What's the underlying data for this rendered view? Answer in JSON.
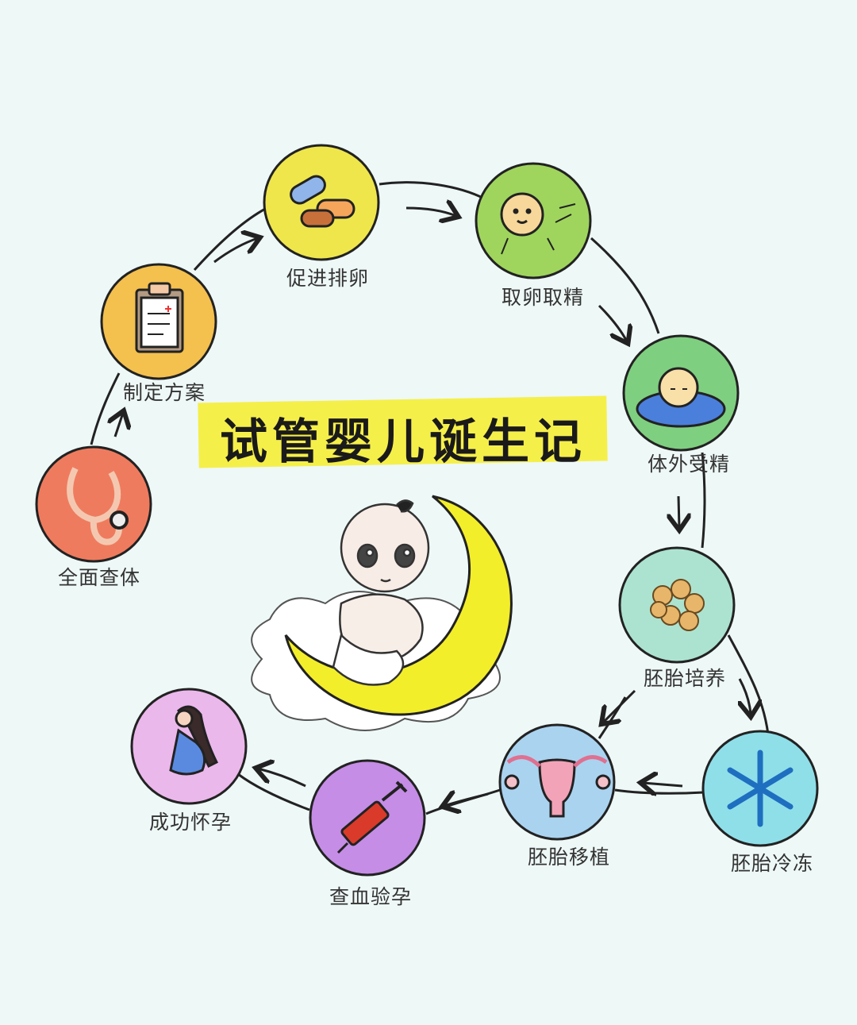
{
  "title": "试管婴儿诞生记",
  "steps": [
    {
      "label": "全面查体",
      "icon": "stethoscope-icon",
      "color": "#ef7b5e"
    },
    {
      "label": "制定方案",
      "icon": "clipboard-icon",
      "color": "#f4c04e"
    },
    {
      "label": "促进排卵",
      "icon": "pills-icon",
      "color": "#efe64c"
    },
    {
      "label": "取卵取精",
      "icon": "egg-sperm-icon",
      "color": "#9fd55d"
    },
    {
      "label": "体外受精",
      "icon": "petri-dish-icon",
      "color": "#7fcf80"
    },
    {
      "label": "胚胎培养",
      "icon": "embryo-culture-icon",
      "color": "#ace3d0"
    },
    {
      "label": "胚胎冷冻",
      "icon": "snowflake-icon",
      "color": "#8fdfe9"
    },
    {
      "label": "胚胎移植",
      "icon": "uterus-icon",
      "color": "#aad3f0"
    },
    {
      "label": "查血验孕",
      "icon": "syringe-icon",
      "color": "#c58de6"
    },
    {
      "label": "成功怀孕",
      "icon": "pregnant-woman-icon",
      "color": "#ebb8eb"
    }
  ]
}
